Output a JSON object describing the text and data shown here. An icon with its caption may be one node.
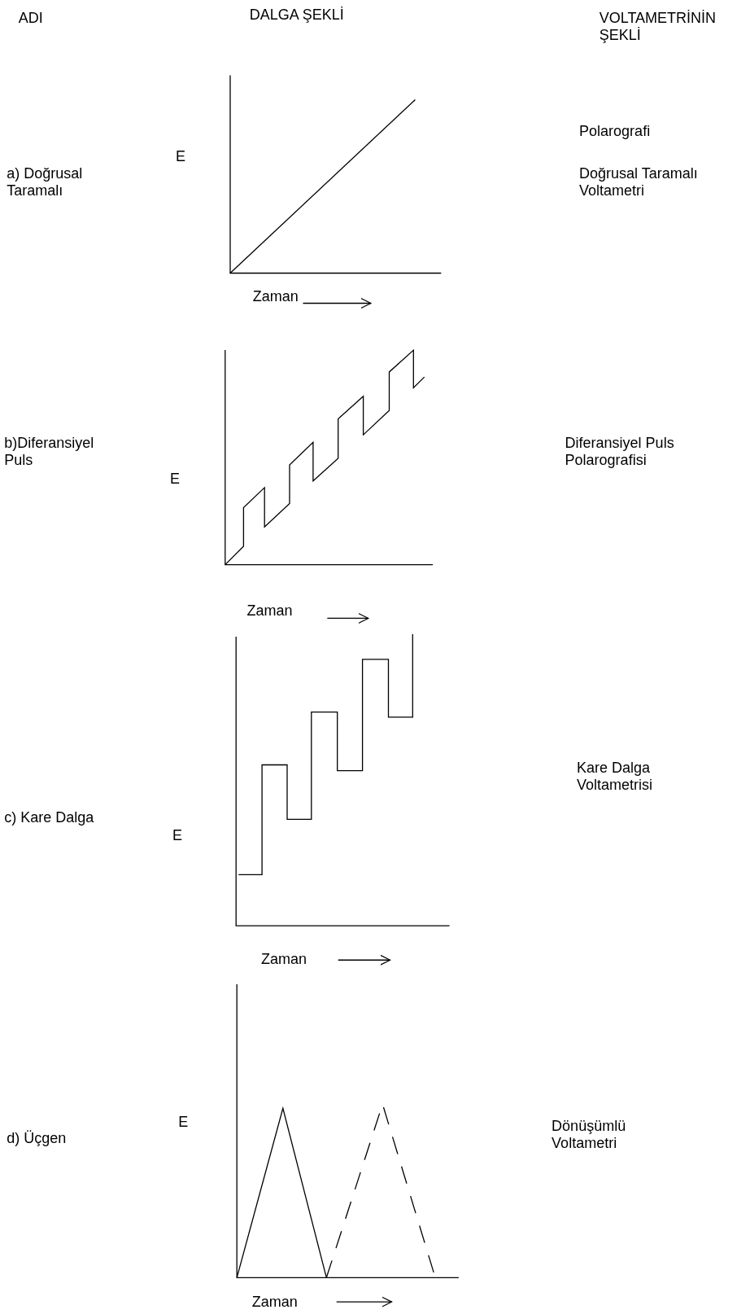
{
  "diagram": {
    "labels": [
      "ADI",
      "DALGA ŞEKLİ",
      "VOLTAMETRİNİN ŞEKLİ",
      "a) Doğrusal Taramalı",
      "E",
      "Polarografi",
      "Doğrusal Taramalı Voltametri",
      "Zaman",
      "b)Diferansiyel Puls",
      "E",
      "Diferansiyel Puls Polarografisi",
      "Zaman",
      "c) Kare Dalga",
      "E",
      "Kare Dalga Voltametrisi",
      "Zaman",
      "d) Üçgen",
      "E",
      "Dönüşümlü Voltametri",
      "Zaman"
    ]
  }
}
